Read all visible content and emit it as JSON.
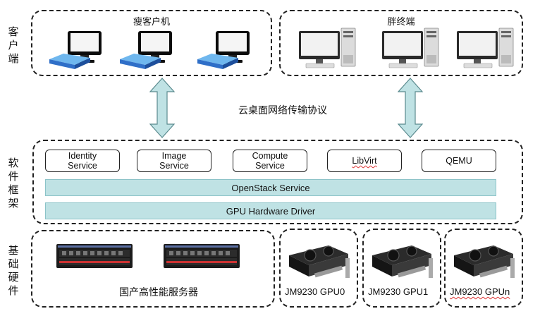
{
  "layers": {
    "client": "客户端",
    "software": "软件框架",
    "hardware": "基础硬件"
  },
  "clients": {
    "thin_title": "瘦客户机",
    "fat_title": "胖终端",
    "thin_count": 3,
    "fat_count": 3
  },
  "protocol": "云桌面网络传输协议",
  "services": [
    {
      "line1": "Identity",
      "line2": "Service"
    },
    {
      "line1": "Image",
      "line2": "Service"
    },
    {
      "line1": "Compute",
      "line2": "Service"
    },
    {
      "line1": "LibVirt",
      "line2": ""
    },
    {
      "line1": "QEMU",
      "line2": ""
    }
  ],
  "bars": {
    "openstack": "OpenStack Service",
    "gpu_driver": "GPU Hardware Driver"
  },
  "hardware": {
    "servers_label": "国产高性能服务器",
    "gpus": [
      "JM9230 GPU0",
      "JM9230 GPU1",
      "JM9230 GPUn"
    ]
  },
  "colors": {
    "arrow_fill": "#bfe2e4",
    "bar_fill": "#bfe2e4",
    "monitor_blue": "#2f6fc8"
  }
}
